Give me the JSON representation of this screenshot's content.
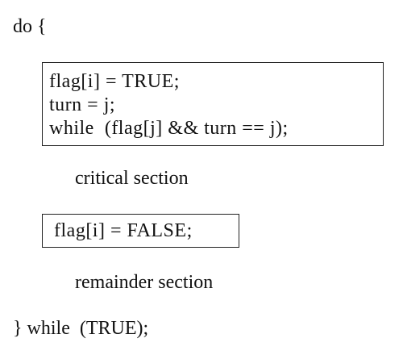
{
  "code": {
    "open_line": "do {",
    "entry_box": {
      "line1": "flag[i] = TRUE;",
      "line2": "turn = j;",
      "line3": "while  (flag[j] && turn == j);"
    },
    "critical_label": "critical section",
    "exit_box": {
      "line1": "flag[i] = FALSE;"
    },
    "remainder_label": "remainder section",
    "close_line": "} while  (TRUE);"
  }
}
